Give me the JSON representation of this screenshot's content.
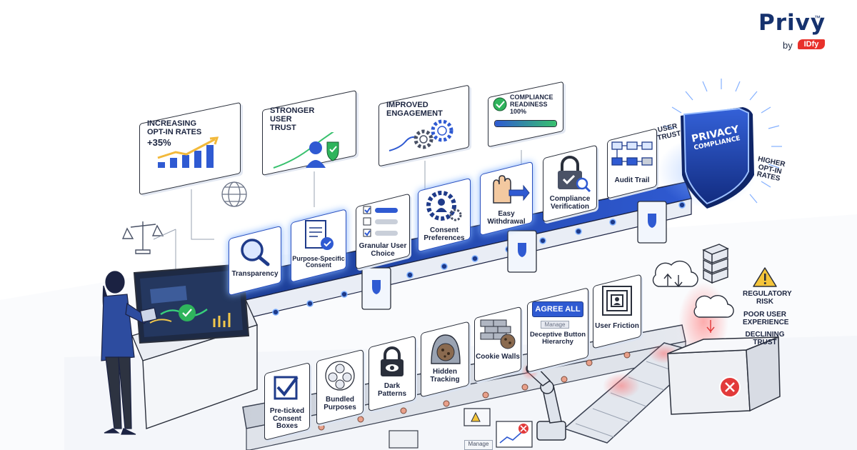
{
  "brand": {
    "name": "Privy",
    "trademark": "™",
    "by": "by",
    "logo_text": "IDfy"
  },
  "benefits": [
    {
      "title": "INCREASING OPT-IN RATES",
      "value": "+35%"
    },
    {
      "title": "STRONGER USER TRUST"
    },
    {
      "title": "IMPROVED ENGAGEMENT"
    },
    {
      "title": "COMPLIANCE READINESS",
      "value": "100%"
    }
  ],
  "good_practices": [
    "Transparency",
    "Purpose-Specific Consent",
    "Granular User Choice",
    "Consent Preferences",
    "Easy Withdrawal",
    "Compliance Verification",
    "Audit Trail"
  ],
  "shield": {
    "line1": "PRIVACY",
    "line2": "COMPLIANCE"
  },
  "shield_labels": {
    "left": "USER TRUST",
    "right": "HIGHER OPT-IN RATES"
  },
  "dark_patterns": [
    "Pre-ticked Consent Boxes",
    "Bundled Purposes",
    "Dark Patterns",
    "Hidden Tracking",
    "Cookie Walls",
    "Deceptive Button Hierarchy",
    "User Friction"
  ],
  "agree_button": {
    "label": "AGREE ALL",
    "manage": "Manage"
  },
  "bottom_manage": "Manage",
  "risks": [
    "REGULATORY RISK",
    "POOR USER EXPERIENCE",
    "DECLINING TRUST"
  ]
}
